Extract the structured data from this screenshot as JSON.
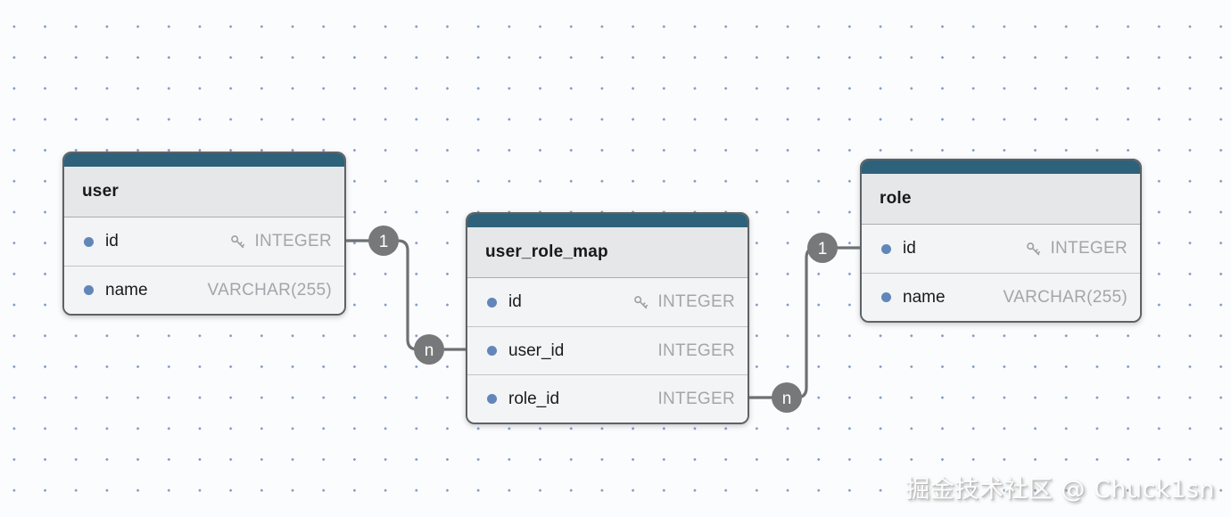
{
  "diagram": {
    "watermark": "掘金技术社区 @ Chuck1sn",
    "tables": [
      {
        "name": "user",
        "fields": [
          {
            "name": "id",
            "type": "INTEGER",
            "primary_key": true
          },
          {
            "name": "name",
            "type": "VARCHAR(255)",
            "primary_key": false
          }
        ]
      },
      {
        "name": "user_role_map",
        "fields": [
          {
            "name": "id",
            "type": "INTEGER",
            "primary_key": true
          },
          {
            "name": "user_id",
            "type": "INTEGER",
            "primary_key": false
          },
          {
            "name": "role_id",
            "type": "INTEGER",
            "primary_key": false
          }
        ]
      },
      {
        "name": "role",
        "fields": [
          {
            "name": "id",
            "type": "INTEGER",
            "primary_key": true
          },
          {
            "name": "name",
            "type": "VARCHAR(255)",
            "primary_key": false
          }
        ]
      }
    ],
    "relationships": [
      {
        "from": "user.id",
        "to": "user_role_map.user_id",
        "from_label": "1",
        "to_label": "n"
      },
      {
        "from": "role.id",
        "to": "user_role_map.role_id",
        "from_label": "1",
        "to_label": "n"
      }
    ],
    "icons": {
      "primary_key": "key-icon",
      "column_marker": "dot-icon"
    },
    "colors": {
      "canvas_bg": "#fbfcfd",
      "grid_dot": "#6d8aba",
      "table_top_bar": "#2e617a",
      "table_header_bg": "#e5e7e8",
      "table_row_bg": "#f3f4f5",
      "table_border": "#5d6266",
      "field_dot": "#6186ba",
      "type_text": "#a2a6aa",
      "connector": "#6e7173",
      "badge_bg": "#77787a",
      "badge_text": "#ffffff"
    }
  }
}
